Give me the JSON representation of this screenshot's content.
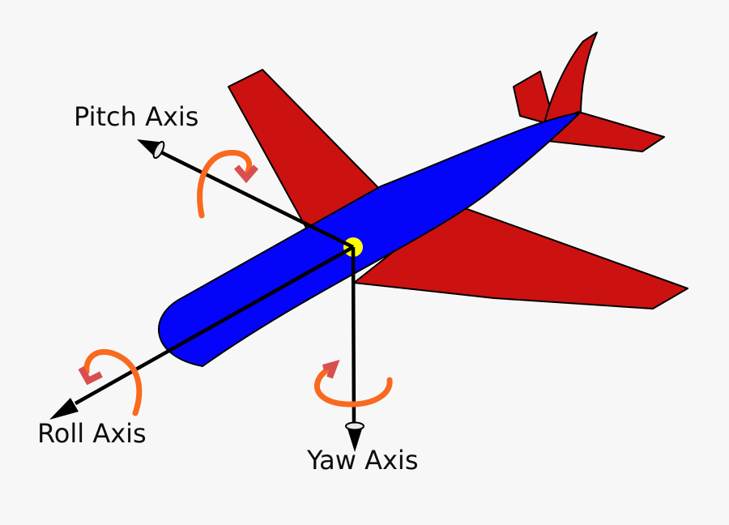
{
  "labels": {
    "pitch_axis": "Pitch Axis",
    "roll_axis": "Roll Axis",
    "yaw_axis": "Yaw Axis"
  },
  "colors": {
    "background": "#f7f7f7",
    "fuselage_blue": "#0504fa",
    "wing_red": "#cc1111",
    "center_marker_yellow": "#ffff00",
    "axis_line_black": "#000000",
    "rotation_arc_orange": "#f9691e",
    "rotation_arrowhead_crimson": "#d94f51",
    "arrow_base_gray": "#e8e8e8"
  }
}
